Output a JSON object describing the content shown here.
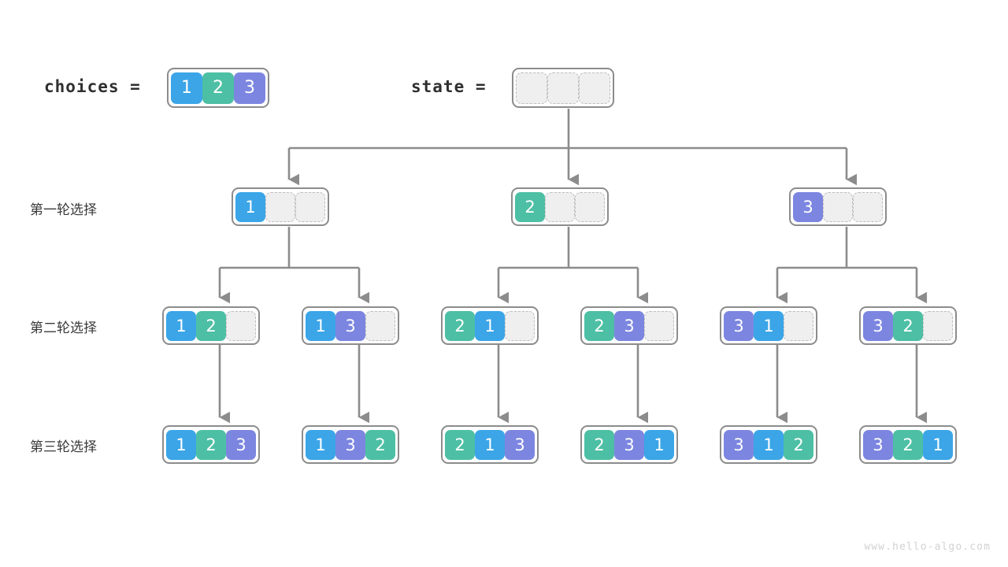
{
  "watermark": "www.hello-algo.com",
  "colors": {
    "value_1": "#3ba5e8",
    "value_2": "#4dbfa4",
    "value_3": "#7c86e0",
    "box_border": "#8c8c8c",
    "empty_fill": "#efefef",
    "empty_border": "#bdbdbd",
    "edge": "#8c8c8c",
    "text": "#3a3a3a",
    "watermark": "#d2d2d2"
  },
  "header": {
    "choices_label": "choices  =",
    "choices_values": [
      "1",
      "2",
      "3"
    ],
    "state_label": "state  =",
    "state_values": [
      "",
      "",
      ""
    ]
  },
  "row_labels": [
    "第一轮选择",
    "第二轮选择",
    "第三轮选择"
  ],
  "tree": {
    "level1": [
      {
        "cells": [
          "1",
          "",
          ""
        ]
      },
      {
        "cells": [
          "2",
          "",
          ""
        ]
      },
      {
        "cells": [
          "3",
          "",
          ""
        ]
      }
    ],
    "level2": [
      {
        "cells": [
          "1",
          "2",
          ""
        ]
      },
      {
        "cells": [
          "1",
          "3",
          ""
        ]
      },
      {
        "cells": [
          "2",
          "1",
          ""
        ]
      },
      {
        "cells": [
          "2",
          "3",
          ""
        ]
      },
      {
        "cells": [
          "3",
          "1",
          ""
        ]
      },
      {
        "cells": [
          "3",
          "2",
          ""
        ]
      }
    ],
    "level3": [
      {
        "cells": [
          "1",
          "2",
          "3"
        ]
      },
      {
        "cells": [
          "1",
          "3",
          "2"
        ]
      },
      {
        "cells": [
          "2",
          "1",
          "3"
        ]
      },
      {
        "cells": [
          "2",
          "3",
          "1"
        ]
      },
      {
        "cells": [
          "3",
          "1",
          "2"
        ]
      },
      {
        "cells": [
          "3",
          "2",
          "1"
        ]
      }
    ]
  }
}
